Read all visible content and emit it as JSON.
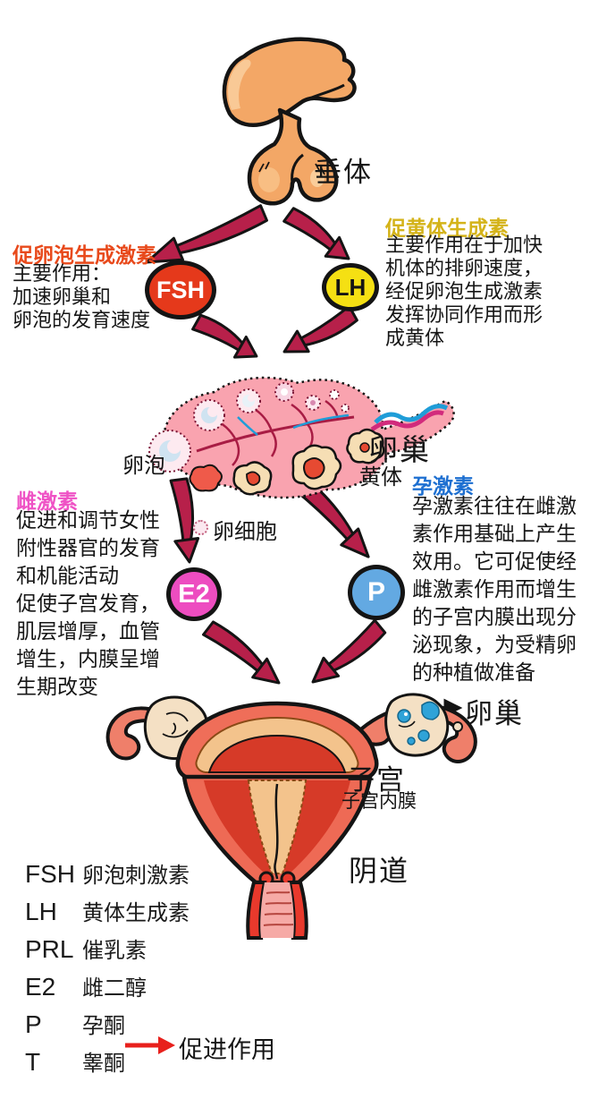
{
  "pituitary": {
    "label": "垂体"
  },
  "fsh": {
    "title": "促卵泡生成激素",
    "title_color": "#e8491b",
    "desc_lines": [
      "主要作用：",
      "加速卵巢和",
      "卵泡的发育速度"
    ],
    "badge": "FSH",
    "badge_color": "#e5391b"
  },
  "lh": {
    "title": "促黄体生成素",
    "title_color": "#d4b319",
    "desc_lines": [
      "主要作用在于加快",
      "机体的排卵速度，",
      "经促卵泡生成激素",
      "发挥协同作用而形",
      "成黄体"
    ],
    "badge": "LH",
    "badge_color": "#f5e013"
  },
  "ovary": {
    "label": "卵巢",
    "follicle_label": "卵泡",
    "corpus_luteum_label": "黄体",
    "egg_label": "卵细胞"
  },
  "estrogen": {
    "title": "雌激素",
    "title_color": "#ef52c5",
    "desc_lines": [
      "促进和调节女性",
      "附性器官的发育",
      "和机能活动",
      "促使子宫发育，",
      "肌层增厚，血管",
      "增生，内膜呈增",
      "生期改变"
    ],
    "badge": "E2",
    "badge_color": "#ed4dc0"
  },
  "progesterone": {
    "title": "孕激素",
    "title_color": "#1d6fd1",
    "desc_lines": [
      "孕激素往往在雌激",
      "素作用基础上产生",
      "效用。它可促使经",
      "雌激素作用而增生",
      "的子宫内膜出现分",
      "泌现象，为受精卵",
      "的种植做准备"
    ],
    "badge": "P",
    "badge_color": "#63a9e2"
  },
  "uterus": {
    "ovary_label": "卵巢",
    "uterus_label": "子宫",
    "endometrium_label": "子宫内膜",
    "vagina_label": "阴道"
  },
  "legend": {
    "items": [
      {
        "abbr": "FSH",
        "name": "卵泡刺激素"
      },
      {
        "abbr": "LH",
        "name": "黄体生成素"
      },
      {
        "abbr": "PRL",
        "name": "催乳素"
      },
      {
        "abbr": "E2",
        "name": "雌二醇"
      },
      {
        "abbr": "P",
        "name": "孕酮"
      },
      {
        "abbr": "T",
        "name": "睾酮"
      }
    ],
    "arrow_label": "促进作用",
    "arrow_color": "#e8201c"
  },
  "colors": {
    "flow_arrow": "#b7204a",
    "outline": "#141414"
  }
}
